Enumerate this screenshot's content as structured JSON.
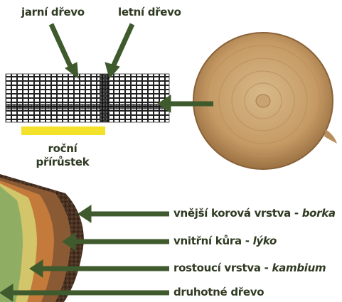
{
  "colors": {
    "arrow": "#3f5a2c",
    "text": "#2f3a22",
    "growth_bar": "#f4e12a",
    "wood_light": "#c9a372",
    "bark": "#4a3222"
  },
  "labels": {
    "spring_wood": "jarní dřevo",
    "summer_wood": "letní dřevo",
    "annual_increment_line1": "roční",
    "annual_increment_line2": "přírůstek",
    "outer_bark_prefix": "vnější korová vrstva - ",
    "outer_bark_term": "borka",
    "inner_bark_prefix": "vnitřní kůra - ",
    "inner_bark_term": "lýko",
    "cambium_prefix": "rostoucí vrstva - ",
    "cambium_term": "kambium",
    "secondary_wood": "druhotné dřevo"
  }
}
